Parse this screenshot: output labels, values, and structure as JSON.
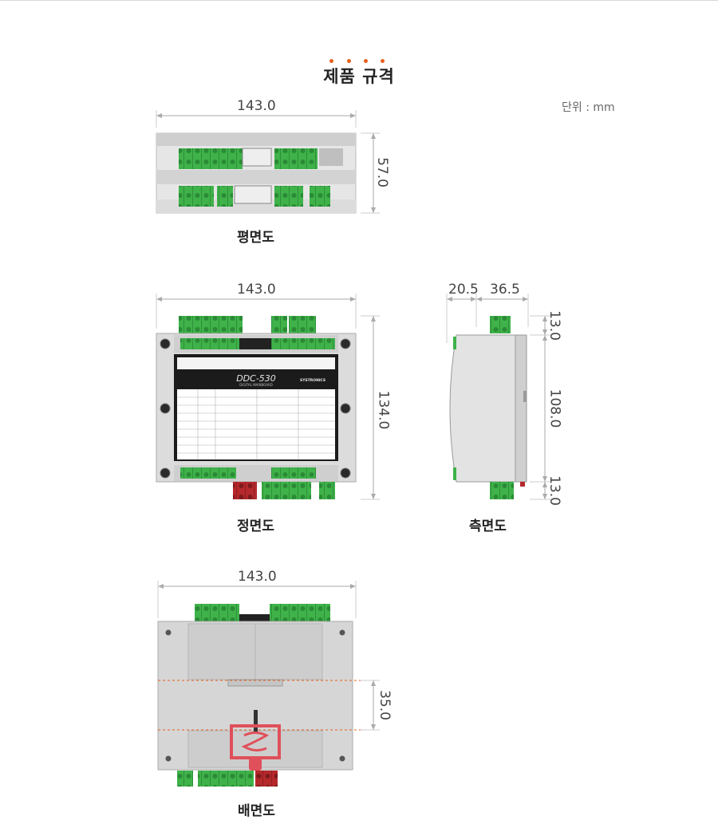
{
  "title": "제품 규격",
  "unit_label": "단위 : mm",
  "views": {
    "top": {
      "caption": "평면도",
      "width": "143.0",
      "height": "57.0"
    },
    "front": {
      "caption": "정면도",
      "width": "143.0",
      "height": "134.0"
    },
    "side": {
      "caption": "측면도",
      "depth_a": "20.5",
      "depth_b": "36.5",
      "top_margin": "13.0",
      "body": "108.0",
      "bottom_margin": "13.0"
    },
    "back": {
      "caption": "배면도",
      "width": "143.0",
      "rail": "35.0"
    }
  },
  "device": {
    "model": "DDC-530",
    "subtitle": "DIGITAL MAINBOARD",
    "brand": "SYSTRONICS"
  },
  "colors": {
    "terminal_green": "#3fb24a",
    "terminal_red": "#b5282b",
    "accent_orange": "#e8601c",
    "body_gray": "#d9d9d9"
  }
}
